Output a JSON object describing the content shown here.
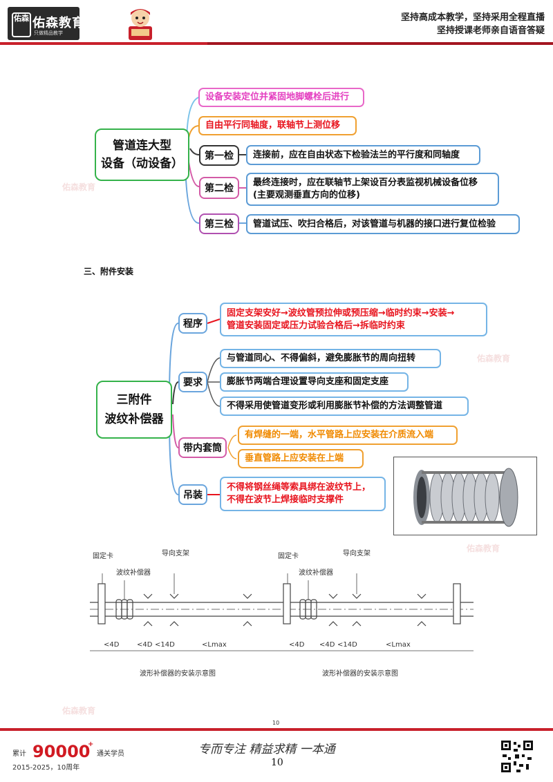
{
  "header": {
    "logo_seal": "佑森",
    "logo_name": "佑森教育",
    "logo_slogan": "只做精品教学",
    "line1": "坚持高成本教学，坚持采用全程直播",
    "line2": "坚持授课老师亲自语音答疑",
    "accent_color": "#c8202b"
  },
  "mindmap1": {
    "root": "管道连大型\n设备（动设备）",
    "items": [
      {
        "text": "设备安装定位并紧固地脚螺栓后进行"
      },
      {
        "text": "自由平行同轴度，联轴节上测位移"
      },
      {
        "label": "第一检",
        "text": "连接前，应在自由状态下检验法兰的平行度和同轴度"
      },
      {
        "label": "第二检",
        "text": "最终连接时，应在联轴节上架设百分表监视机械设备位移",
        "text2": "(主要观测垂直方向的位移)"
      },
      {
        "label": "第三检",
        "text": "管道试压、吹扫合格后，对该管道与机器的接口进行复位检验"
      }
    ]
  },
  "section": {
    "title": "三、附件安装"
  },
  "mindmap2": {
    "root_line1": "三附件",
    "root_line2": "波纹补偿器",
    "program": {
      "label": "程序",
      "line1": "固定支架安好→波纹管预拉伸或预压缩→临时约束→安装→",
      "line2": "管道安装固定或压力试验合格后→拆临时约束"
    },
    "requirement": {
      "label": "要求",
      "items": [
        "与管道同心、不得偏斜，避免膨胀节的周向扭转",
        "膨胀节两端合理设置导向支座和固定支座",
        "不得采用使管道变形或利用膨胀节补偿的方法调整管道"
      ]
    },
    "sleeve": {
      "label": "带内套筒",
      "items": [
        "有焊缝的一端，水平管路上应安装在介质流入端",
        "垂直管路上应安装在上端"
      ]
    },
    "hoist": {
      "label": "吊装",
      "line1": "不得将钢丝绳等索具绑在波纹节上，",
      "line2": "不得在波节上焊接临时支撑件"
    }
  },
  "drawing": {
    "labels": {
      "fixed_clamp": "固定卡",
      "guide_support": "导向支架",
      "compensator": "波纹补偿器",
      "d4": "<4D",
      "d14": "<14D",
      "lmax": "<Lmax"
    },
    "caption": "波形补偿器的安装示意图"
  },
  "footer": {
    "small_page_num": "10",
    "prefix": "累计",
    "count": "90000",
    "plus": "+",
    "suffix": "通关学员",
    "years": "2015-2025，10周年",
    "page_num": "10",
    "slogan_handwritten": "专而专注 精益求精 一本通"
  },
  "watermark": "佑森教育"
}
